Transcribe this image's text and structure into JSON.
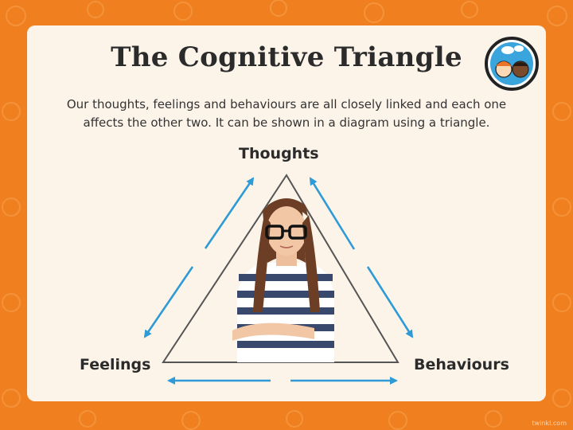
{
  "slide": {
    "title": "The Cognitive Triangle",
    "intro": "Our thoughts, feelings and behaviours are all closely linked and each one affects the other two. It can be shown in a diagram using a triangle."
  },
  "triangle": {
    "nodes": [
      {
        "id": "thoughts",
        "label": "Thoughts"
      },
      {
        "id": "feelings",
        "label": "Feelings"
      },
      {
        "id": "behaviours",
        "label": "Behaviours"
      }
    ],
    "connections": [
      {
        "from": "thoughts",
        "to": "feelings",
        "bidirectional": true
      },
      {
        "from": "thoughts",
        "to": "behaviours",
        "bidirectional": true
      },
      {
        "from": "feelings",
        "to": "behaviours",
        "bidirectional": true
      }
    ],
    "center_image": "girl-with-glasses-striped-top"
  },
  "branding": {
    "logo": "two-children-speech-bubble-icon",
    "watermark": "twinkl.com"
  },
  "colors": {
    "background": "#f0801f",
    "card": "#fcf3e9",
    "arrow": "#2e9bd6",
    "triangle_stroke": "#555555",
    "text": "#2b2b2b"
  }
}
